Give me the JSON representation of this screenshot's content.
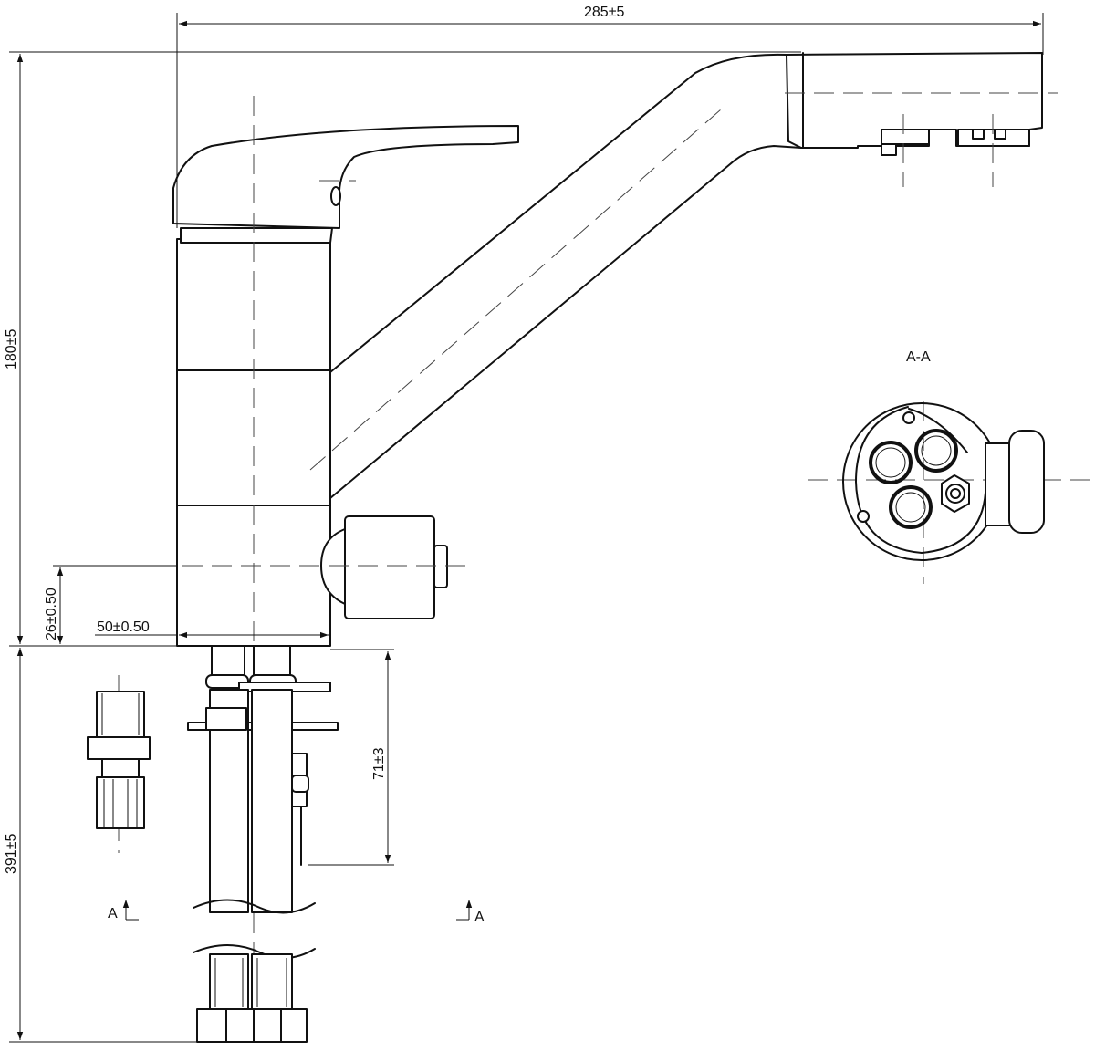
{
  "dimensions": {
    "total_length": "285±5",
    "body_height": "180±5",
    "hose_length": "391±5",
    "shank_height": "71±3",
    "base_width": "50±0.50",
    "base_offset": "26±0.50"
  },
  "section": {
    "title": "A-A",
    "marker_left": "A",
    "marker_right": "A"
  }
}
